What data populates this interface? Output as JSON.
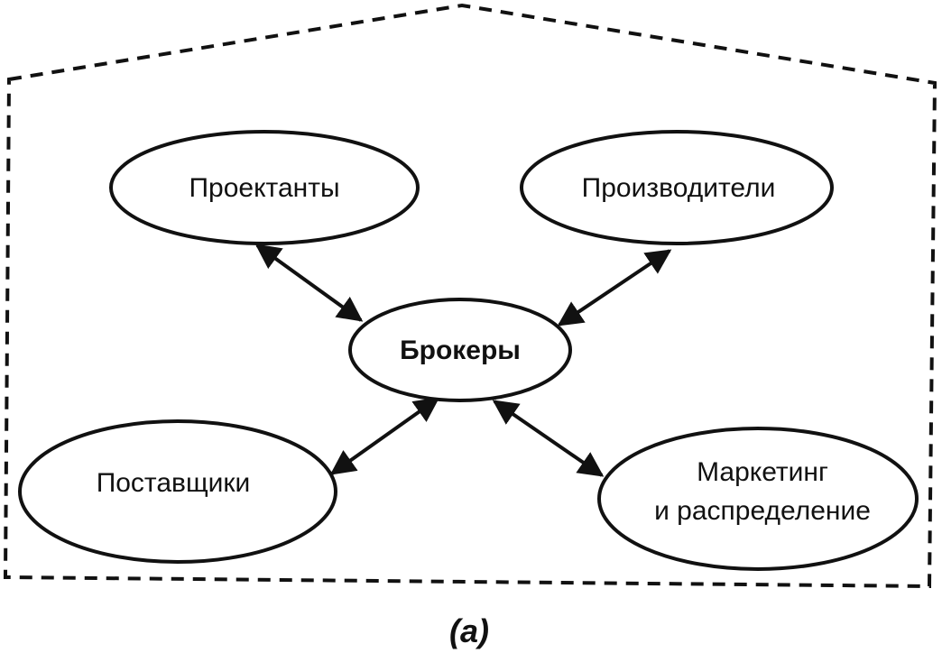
{
  "diagram": {
    "caption": "(a)",
    "nodes": {
      "designers": "Проектанты",
      "manufacturers": "Производители",
      "brokers": "Брокеры",
      "suppliers": "Поставщики",
      "marketing_line1": "Маркетинг",
      "marketing_line2": "и распределение"
    },
    "edges": [
      {
        "from": "brokers",
        "to": "designers",
        "type": "bidirectional"
      },
      {
        "from": "brokers",
        "to": "manufacturers",
        "type": "bidirectional"
      },
      {
        "from": "brokers",
        "to": "suppliers",
        "type": "bidirectional"
      },
      {
        "from": "brokers",
        "to": "marketing",
        "type": "bidirectional"
      }
    ],
    "colors": {
      "stroke": "#111111",
      "background": "#ffffff"
    }
  }
}
